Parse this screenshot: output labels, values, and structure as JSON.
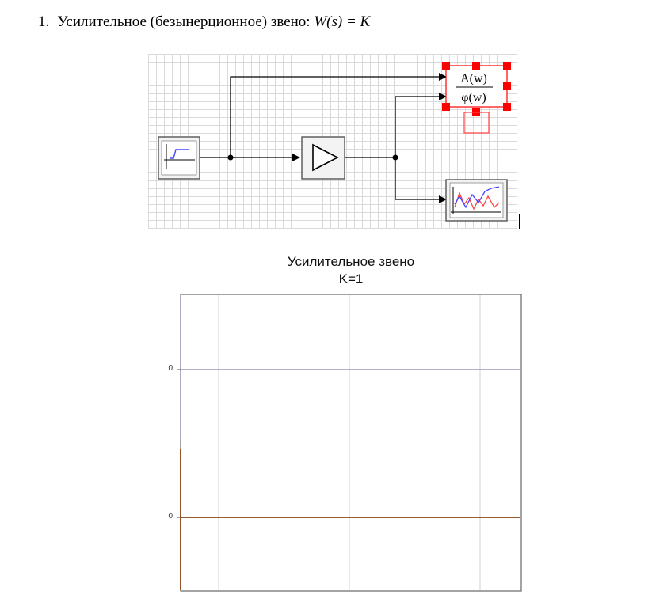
{
  "heading": {
    "number": "1.",
    "text": "Усилительное (безынерционное) звено: ",
    "formula": "W(s) = K"
  },
  "diagram": {
    "blocks": [
      {
        "name": "step-source",
        "icon": "step-signal-icon"
      },
      {
        "name": "gain",
        "icon": "triangle-gain-icon"
      },
      {
        "name": "frequency-response",
        "icon": "fraction-display-icon",
        "numerator": "A(w)",
        "denominator": "φ(w)",
        "selected": true
      },
      {
        "name": "scope",
        "icon": "plot-scope-icon"
      }
    ],
    "colors": {
      "selection": "#ff0000",
      "wire": "#000000",
      "block_border": "#555555"
    }
  },
  "chart_data": {
    "type": "line",
    "title": "Усилительное звено",
    "subtitle": "K=1",
    "ytick_labels": [
      "0",
      "0"
    ],
    "series": [
      {
        "color": "#9999bb",
        "values": [
          0
        ]
      },
      {
        "color": "#8b4513",
        "values": [
          0
        ]
      }
    ],
    "grid": true
  }
}
